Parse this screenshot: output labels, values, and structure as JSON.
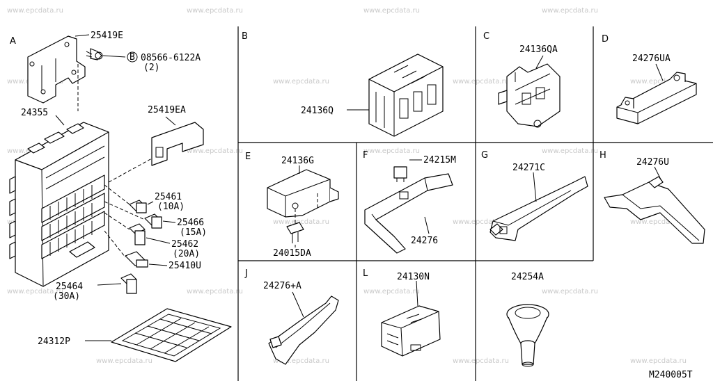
{
  "watermark": "www.epcdata.ru",
  "diagram_code": "M240005T",
  "sections": {
    "A": "A",
    "B": "B",
    "C": "C",
    "D": "D",
    "E": "E",
    "F": "F",
    "G": "G",
    "H": "H",
    "J": "J",
    "L": "L"
  },
  "labels": {
    "p25419E": "25419E",
    "p08566": "08566-6122A",
    "p08566_qty": "(2)",
    "bolt_marker": "B",
    "p24355": "24355",
    "p25419EA": "25419EA",
    "p25461": "25461",
    "p25461_rating": "(10A)",
    "p25466": "25466",
    "p25466_rating": "(15A)",
    "p25462": "25462",
    "p25462_rating": "(20A)",
    "p25410U": "25410U",
    "p25464": "25464",
    "p25464_rating": "(30A)",
    "p24312P": "24312P",
    "p24136Q": "24136Q",
    "p24136QA": "24136QA",
    "p24276UA": "24276UA",
    "p24136G": "24136G",
    "p24015DA": "24015DA",
    "p24215M": "24215M",
    "p24276": "24276",
    "p24271C": "24271C",
    "p24276U": "24276U",
    "p24276A": "24276+A",
    "p24130N": "24130N",
    "p24254A": "24254A"
  }
}
